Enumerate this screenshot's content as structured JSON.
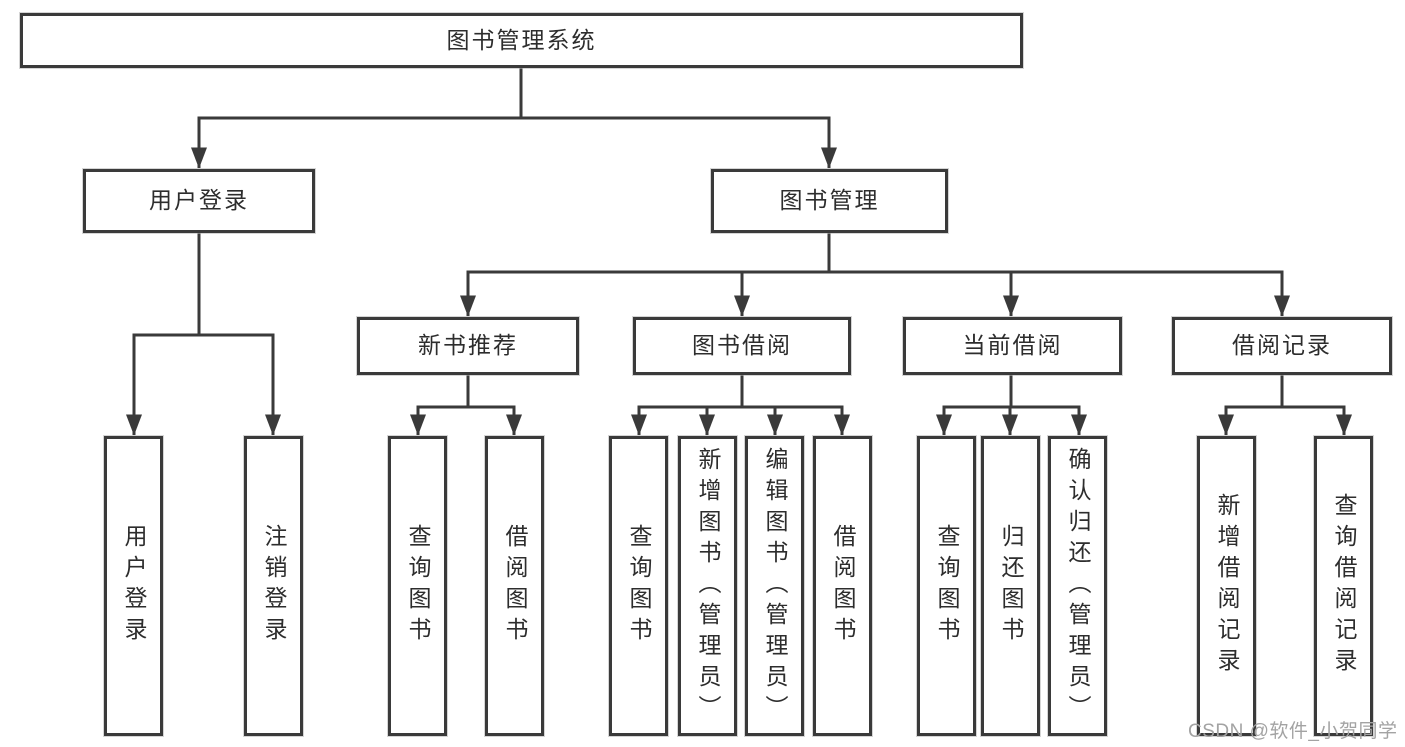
{
  "tree": {
    "label": "图书管理系统",
    "children": [
      {
        "label": "用户登录",
        "children": [
          {
            "label": "用户登录"
          },
          {
            "label": "注销登录"
          }
        ]
      },
      {
        "label": "图书管理",
        "children": [
          {
            "label": "新书推荐",
            "children": [
              {
                "label": "查询图书"
              },
              {
                "label": "借阅图书"
              }
            ]
          },
          {
            "label": "图书借阅",
            "children": [
              {
                "label": "查询图书"
              },
              {
                "label": "新增图书（管理员）"
              },
              {
                "label": "编辑图书（管理员）"
              },
              {
                "label": "借阅图书"
              }
            ]
          },
          {
            "label": "当前借阅",
            "children": [
              {
                "label": "查询图书"
              },
              {
                "label": "归还图书"
              },
              {
                "label": "确认归还（管理员）"
              }
            ]
          },
          {
            "label": "借阅记录",
            "children": [
              {
                "label": "新增借阅记录"
              },
              {
                "label": "查询借阅记录"
              }
            ]
          }
        ]
      }
    ]
  },
  "watermark": {
    "text": "CSDN @软件_小贺同学"
  },
  "colors": {
    "line": "#3a3a3a",
    "text": "#2d2d2d",
    "watermark": "#a3a3a3",
    "background": "#ffffff"
  }
}
